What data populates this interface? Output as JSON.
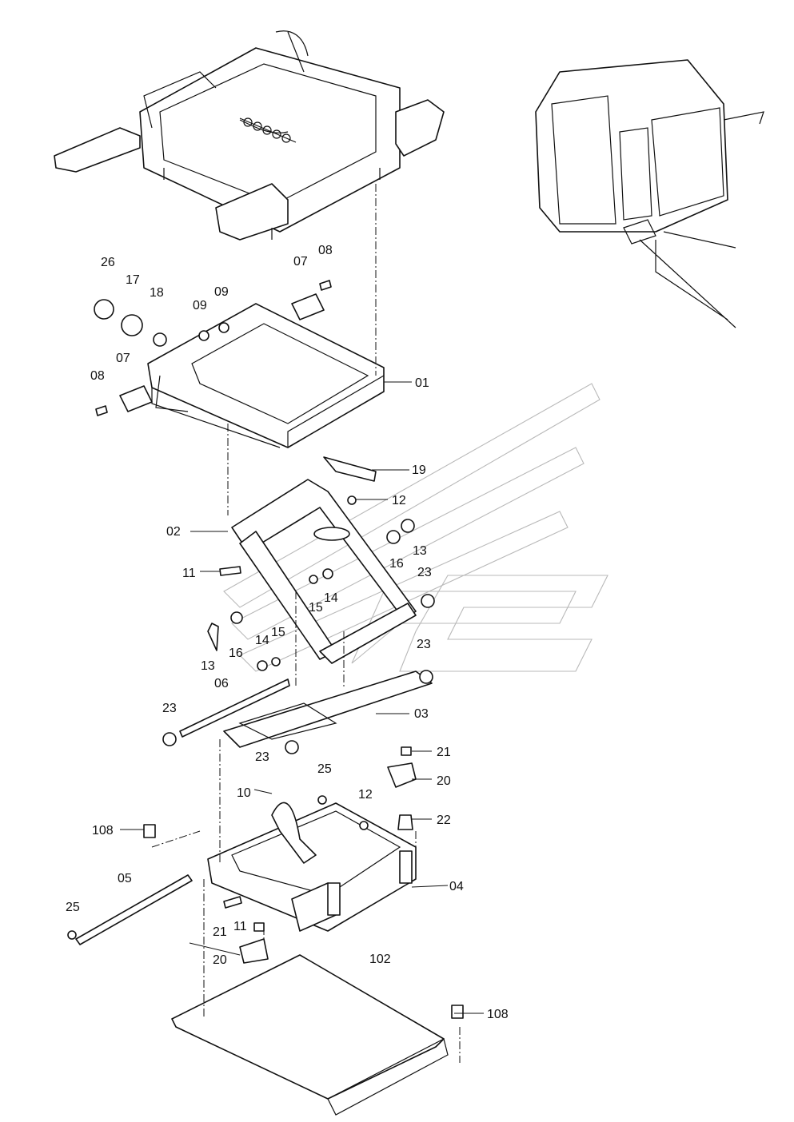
{
  "labels": {
    "p01": "01",
    "p02": "02",
    "p03": "03",
    "p04": "04",
    "p05": "05",
    "p06": "06",
    "p07a": "07",
    "p07b": "07",
    "p08a": "08",
    "p08b": "08",
    "p09a": "09",
    "p09b": "09",
    "p10": "10",
    "p11a": "11",
    "p11b": "11",
    "p12a": "12",
    "p12b": "12",
    "p13a": "13",
    "p13b": "13",
    "p14a": "14",
    "p14b": "14",
    "p15a": "15",
    "p15b": "15",
    "p16a": "16",
    "p16b": "16",
    "p17": "17",
    "p18": "18",
    "p19": "19",
    "p20a": "20",
    "p20b": "20",
    "p21a": "21",
    "p21b": "21",
    "p22": "22",
    "p23a": "23",
    "p23b": "23",
    "p23c": "23",
    "p23d": "23",
    "p25a": "25",
    "p25b": "25",
    "p26": "26",
    "p102": "102",
    "p108a": "108",
    "p108b": "108"
  }
}
